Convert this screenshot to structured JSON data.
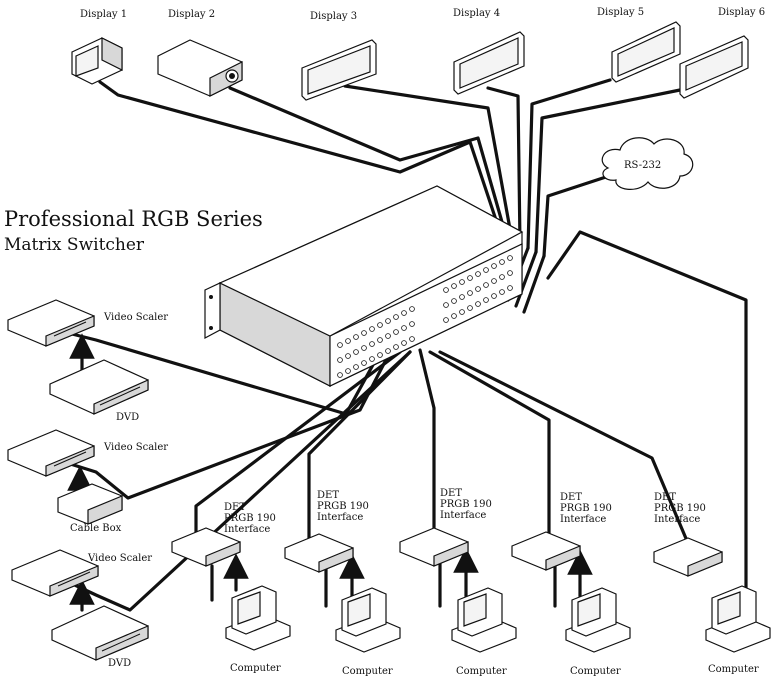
{
  "title": {
    "line1": "Professional RGB Series",
    "line2": "Matrix Switcher"
  },
  "displays": [
    {
      "label": "Display 1",
      "kind": "crt"
    },
    {
      "label": "Display 2",
      "kind": "projector"
    },
    {
      "label": "Display 3",
      "kind": "flat-panel"
    },
    {
      "label": "Display 4",
      "kind": "flat-panel"
    },
    {
      "label": "Display 5",
      "kind": "flat-panel"
    },
    {
      "label": "Display 6",
      "kind": "flat-panel"
    }
  ],
  "control": {
    "label": "RS-232"
  },
  "sources_left": [
    {
      "device": "Video Scaler",
      "feeder": "DVD"
    },
    {
      "device": "Video Scaler",
      "feeder": "Cable Box"
    },
    {
      "device": "Video Scaler",
      "feeder": "DVD"
    }
  ],
  "interfaces": [
    {
      "line1": "DET",
      "line2": "PRGB 190",
      "line3": "Interface"
    },
    {
      "line1": "DET",
      "line2": "PRGB 190",
      "line3": "Interface"
    },
    {
      "line1": "DET",
      "line2": "PRGB 190",
      "line3": "Interface"
    },
    {
      "line1": "DET",
      "line2": "PRGB 190",
      "line3": "Interface"
    },
    {
      "line1": "DET",
      "line2": "PRGB 190",
      "line3": "Interface"
    }
  ],
  "computers": [
    {
      "label": "Computer"
    },
    {
      "label": "Computer"
    },
    {
      "label": "Computer"
    },
    {
      "label": "Computer"
    },
    {
      "label": "Computer"
    }
  ],
  "colors": {
    "ink": "#111111",
    "background": "#ffffff",
    "shade": "#d8d8d8"
  }
}
